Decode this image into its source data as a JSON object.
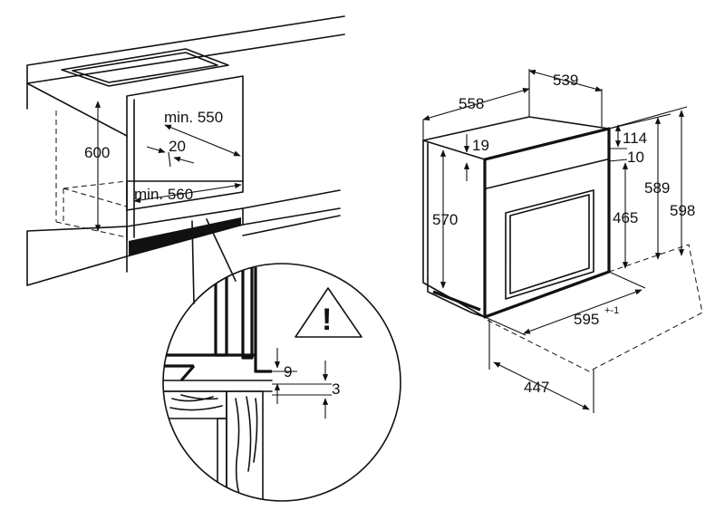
{
  "cabinet": {
    "height": "600",
    "depth": "min. 550",
    "niche_gap": "20",
    "width": "min. 560"
  },
  "oven": {
    "depth_total": "558",
    "width_top": "539",
    "front_offset": "19",
    "body_height": "570",
    "top_gap": "114",
    "panel_gap": "10",
    "door_height": "465",
    "height_589": "589",
    "height_598": "598",
    "front_width": "595",
    "front_width_tolerance": "+-1",
    "depth_bottom": "447"
  },
  "detail": {
    "gap_9": "9",
    "gap_3": "3",
    "warning_symbol": "!"
  }
}
